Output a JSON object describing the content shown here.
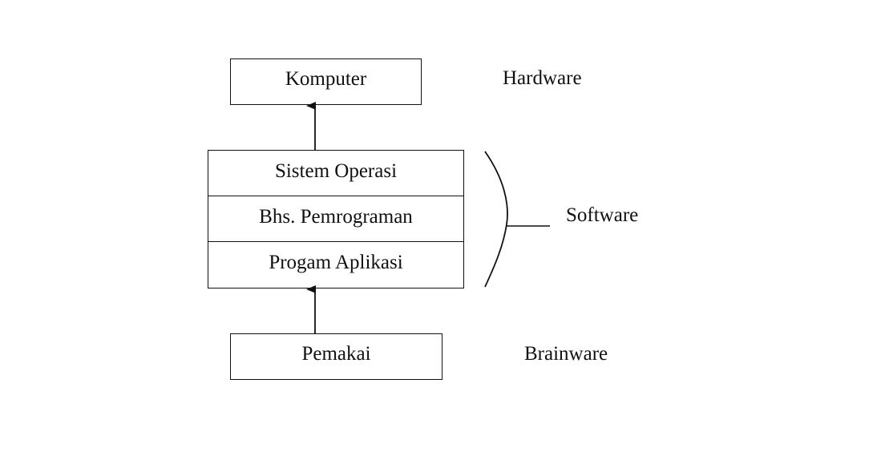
{
  "boxes": {
    "top": "Komputer",
    "middle": [
      "Sistem Operasi",
      "Bhs. Pemrograman",
      "Progam Aplikasi"
    ],
    "bottom": "Pemakai"
  },
  "side_labels": {
    "hardware": "Hardware",
    "software": "Software",
    "brainware": "Brainware"
  },
  "colors": {
    "line": "#111111",
    "background": "#ffffff"
  }
}
